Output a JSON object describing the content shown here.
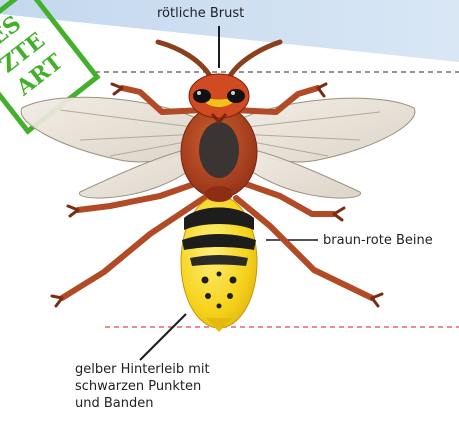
{
  "labels": {
    "top": "rötliche Brust",
    "right": "braun-rote Beine",
    "bottom": [
      "gelber Hinterleib mit",
      "schwarzen Punkten",
      "und Banden"
    ]
  },
  "stamp": {
    "text": "GESCHÜTZTE ART",
    "color": "#43b02a"
  },
  "colors": {
    "banner": "#c9dcef",
    "thorax": "#b8431f",
    "abdomen_yellow": "#f5d21a",
    "abdomen_black": "#1d1d1b",
    "legs": "#b24a25",
    "wing": "#ece6dc",
    "guide_dark": "#2b2b2b",
    "guide_red": "#e04848"
  },
  "icons": [
    "hornet-illustration",
    "protection-stamp"
  ]
}
